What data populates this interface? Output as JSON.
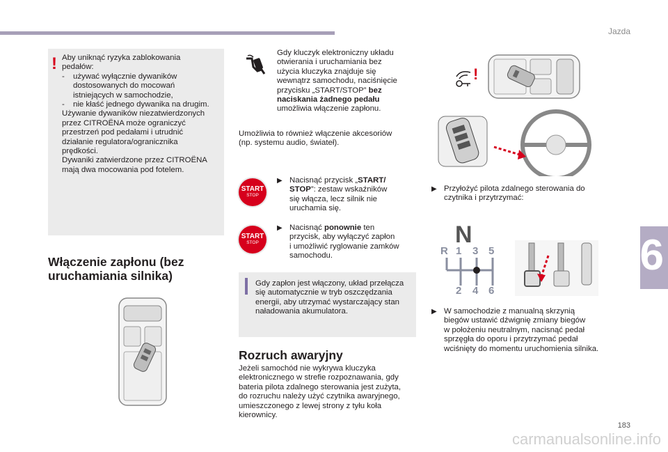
{
  "header": {
    "section": "Jazda"
  },
  "footer": {
    "page_number": "183",
    "chapter": "6",
    "watermark": "carmanualsonline.info"
  },
  "warning_box": {
    "line1": "Aby uniknąć ryzyka zablokowania",
    "line2": "pedałów:",
    "dash1a": "używać wyłącznie dywaników",
    "dash1b": "dostosowanych do mocowań",
    "dash1c": "istniejących w samochodzie,",
    "dash2": "nie kłaść jednego dywanika na drugim.",
    "p2a": "Używanie dywaników niezatwierdzonych",
    "p2b": "przez CITROËNA może ograniczyć",
    "p2c": "przestrzeń pod pedałami i utrudnić",
    "p2d": "działanie regulatora/ogranicznika",
    "p2e": "prędkości.",
    "p3a": "Dywaniki zatwierdzone przez CITROËNA",
    "p3b": "mają dwa mocowania pod fotelem."
  },
  "ignition": {
    "heading_line1": "Włączenie zapłonu (bez",
    "heading_line2": "uruchamiania silnika)",
    "intro1": "Gdy kluczyk elektroniczny układu",
    "intro2": "otwierania i uruchamiania bez",
    "intro3": "użycia kluczyka znajduje się",
    "intro4": "wewnątrz samochodu, naciśnięcie",
    "intro5_pre": "przycisku „START/STOP” ",
    "intro5_bold": "bez",
    "intro6_bold": "naciskania żadnego pedału",
    "intro7": "umożliwia włączenie zapłonu.",
    "also1": "Umożliwia to również włączenie akcesoriów",
    "also2": "(np. systemu audio, świateł).",
    "step1_line1_pre": "Nacisnąć przycisk „",
    "step1_line1_bold": "START/",
    "step1_line2_bold": "STOP",
    "step1_line2_rest": "”: zestaw wskaźników",
    "step1_line3": "się włącza, lecz silnik nie",
    "step1_line4": "uruchamia się.",
    "step2_line1_pre": "Nacisnąć ",
    "step2_line1_bold": "ponownie",
    "step2_line1_rest": " ten",
    "step2_line2": "przycisk, aby wyłączyć zapłon",
    "step2_line3": "i umożliwić ryglowanie zamków",
    "step2_line4": "samochodu.",
    "info1": "Gdy zapłon jest włączony, układ przełącza",
    "info2": "się automatycznie w tryb oszczędzania",
    "info3": "energii, aby utrzymać wystarczający stan",
    "info4": "naładowania akumulatora.",
    "button_top": "START",
    "button_bottom": "STOP"
  },
  "emergency": {
    "heading": "Rozruch awaryjny",
    "p1": "Jeżeli samochód nie wykrywa kluczyka",
    "p2": "elektronicznego w strefie rozpoznawania, gdy",
    "p3": "bateria pilota zdalnego sterowania jest zużyta,",
    "p4": "do rozruchu należy użyć czytnika awaryjnego,",
    "p5": "umieszczonego z lewej strony z tyłu koła",
    "p6": "kierownicy.",
    "step1_l1": "Przyłożyć pilota zdalnego sterowania do",
    "step1_l2": "czytnika i przytrzymać:",
    "step2_l1": "W samochodzie z manualną skrzynią",
    "step2_l2": "biegów ustawić dźwignię zmiany biegów",
    "step2_l3": "w położeniu neutralnym, nacisnąć pedał",
    "step2_l4": "sprzęgła do oporu i przytrzymać pedał",
    "step2_l5": "wciśnięty do momentu uruchomienia silnika."
  },
  "gear_diagram": {
    "neutral": "N",
    "top_row": [
      "R",
      "1",
      "3",
      "5"
    ],
    "bottom_row": [
      "2",
      "4",
      "6"
    ]
  },
  "icons": [
    "warning-icon",
    "info-icon",
    "keyless-hand-icon",
    "key-warning-icon",
    "bullet-arrow-icon"
  ],
  "colors": {
    "accent": "#7d6fa5",
    "warning": "#d6001c",
    "box": "#ebebeb"
  }
}
